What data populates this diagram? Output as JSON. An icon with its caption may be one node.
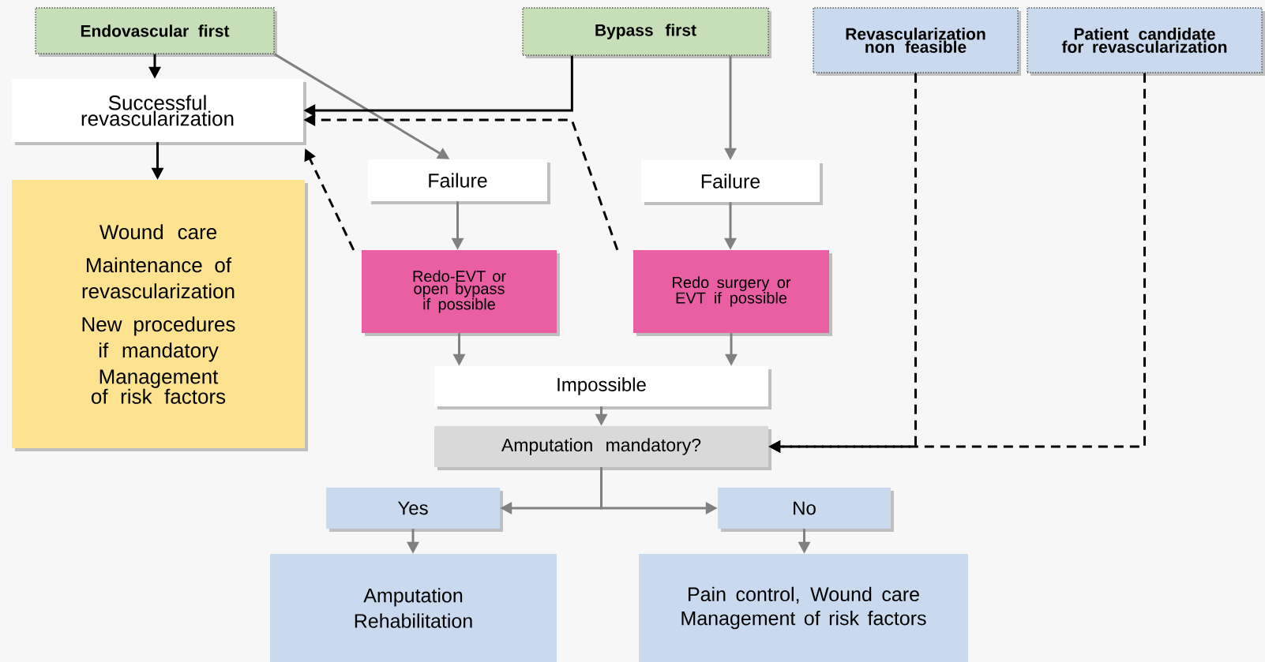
{
  "diagram": {
    "nodes": [
      {
        "text": [
          "Endovascular first"
        ]
      },
      {
        "text": [
          "Bypass first"
        ]
      },
      {
        "text": [
          "Revascularization non feasible"
        ]
      },
      {
        "text": [
          "Patient candidate for revascularization"
        ]
      },
      {
        "text": [
          "Successful revascularization"
        ]
      },
      {
        "text": [
          "Wound care",
          "Maintenance of revascularization",
          "New procedures if mandatory",
          "Management of risk factors"
        ]
      },
      {
        "text": [
          "Failure"
        ]
      },
      {
        "text": [
          "Failure"
        ]
      },
      {
        "text": [
          "Redo-EVT or open bypass if possible"
        ]
      },
      {
        "text": [
          "Redo surgery or EVT if possible"
        ]
      },
      {
        "text": [
          "Impossible"
        ]
      },
      {
        "text": [
          "Amputation mandatory?"
        ]
      },
      {
        "text": [
          "Yes"
        ]
      },
      {
        "text": [
          "No"
        ]
      },
      {
        "text": [
          "Amputation",
          "Rehabilitation"
        ]
      },
      {
        "text": [
          "Pain control, Wound care",
          "Management of risk factors"
        ]
      }
    ],
    "edges": [
      {
        "from": 0,
        "to": 4,
        "arrow": "to",
        "color": "#000000"
      },
      {
        "from": 4,
        "to": 5,
        "arrow": "to",
        "color": "#000000"
      },
      {
        "from": 0,
        "to": 6,
        "arrow": "to"
      },
      {
        "from": 1,
        "to": 4,
        "arrow": "to",
        "color": "#000000"
      },
      {
        "from": 1,
        "to": 7,
        "arrow": "to"
      },
      {
        "from": 6,
        "to": 8,
        "arrow": "to"
      },
      {
        "from": 7,
        "to": 9,
        "arrow": "to"
      },
      {
        "from": 8,
        "to": 4,
        "arrow": "to",
        "style": "dashed",
        "color": "#000000"
      },
      {
        "from": 9,
        "to": 4,
        "arrow": "to",
        "style": "dashed",
        "color": "#000000"
      },
      {
        "from": 8,
        "to": 10,
        "arrow": "to"
      },
      {
        "from": 9,
        "to": 10,
        "arrow": "to"
      },
      {
        "from": 10,
        "to": 11,
        "arrow": "to"
      },
      {
        "from": 11,
        "to": 12,
        "arrow": "to"
      },
      {
        "from": 11,
        "to": 13,
        "arrow": "to"
      },
      {
        "from": 12,
        "to": 14,
        "arrow": "to"
      },
      {
        "from": 13,
        "to": 15,
        "arrow": "to"
      },
      {
        "from": 2,
        "to": 11,
        "arrow": "to",
        "style": "dashed",
        "color": "#000000"
      },
      {
        "from": 3,
        "to": 11,
        "arrow": "to",
        "style": "dashed",
        "color": "#000000"
      }
    ]
  }
}
